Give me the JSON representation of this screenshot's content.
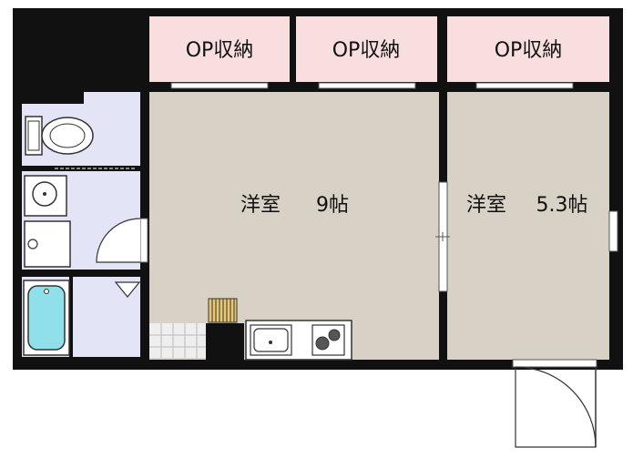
{
  "rooms": {
    "closet_1": "OP収納",
    "closet_2": "OP収納",
    "closet_3": "OP収納",
    "main_room": {
      "name": "洋室",
      "size": "9帖"
    },
    "side_room": {
      "name": "洋室",
      "size": "5.3帖"
    }
  },
  "colors": {
    "wall": "#111111",
    "room_fill": "#d8d1c6",
    "closet_fill": "#f8dede",
    "wet_area_fill": "#e4e4f7",
    "bathtub": "#8fe0ea",
    "window": "#ffffff"
  },
  "icons": [
    "toilet-icon",
    "washbasin-icon",
    "washing-machine-icon",
    "bathtub-icon",
    "sink-icon",
    "stove-icon",
    "shoe-rack-icon",
    "door-swing-icon"
  ]
}
